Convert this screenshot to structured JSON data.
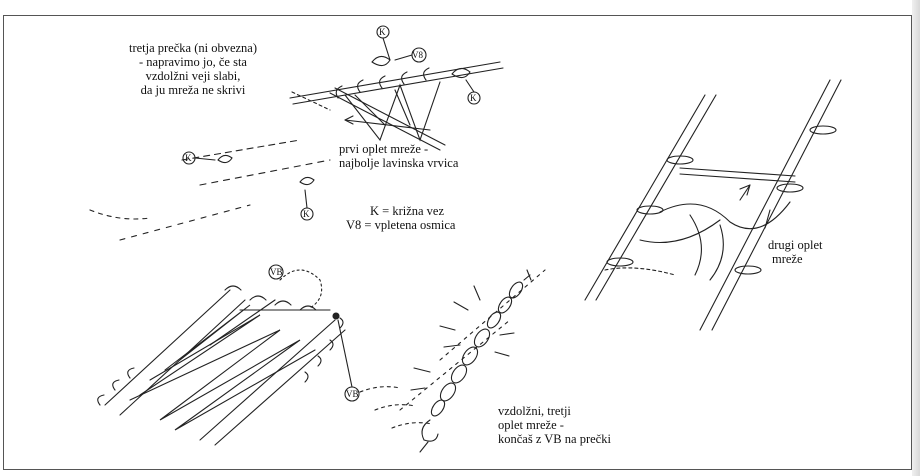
{
  "labels": {
    "third_rung": {
      "lines": [
        "tretja prečka (ni obvezna)",
        "- napravimo jo, če sta",
        "vzdolžni veji slabi,",
        "da ju mreža ne skrivi"
      ]
    },
    "first_weave": {
      "lines": [
        "prvi oplet mreže -",
        "najbolje lavinska vrvica"
      ]
    },
    "legend": {
      "lines": [
        "K = križna vez",
        "V8 = vpletena osmica"
      ]
    },
    "second_weave": {
      "lines": [
        "drugi oplet",
        "mreže"
      ]
    },
    "third_weave": {
      "lines": [
        "vzdolžni, tretji",
        "oplet mreže -",
        "končaš z VB na prečki"
      ]
    }
  },
  "callouts": {
    "k_top": "K",
    "v8_top": "V8",
    "k_right": "K",
    "k_left": "K",
    "k_bottom": "K",
    "vb_top": "VB",
    "vb_bottom": "VB"
  }
}
